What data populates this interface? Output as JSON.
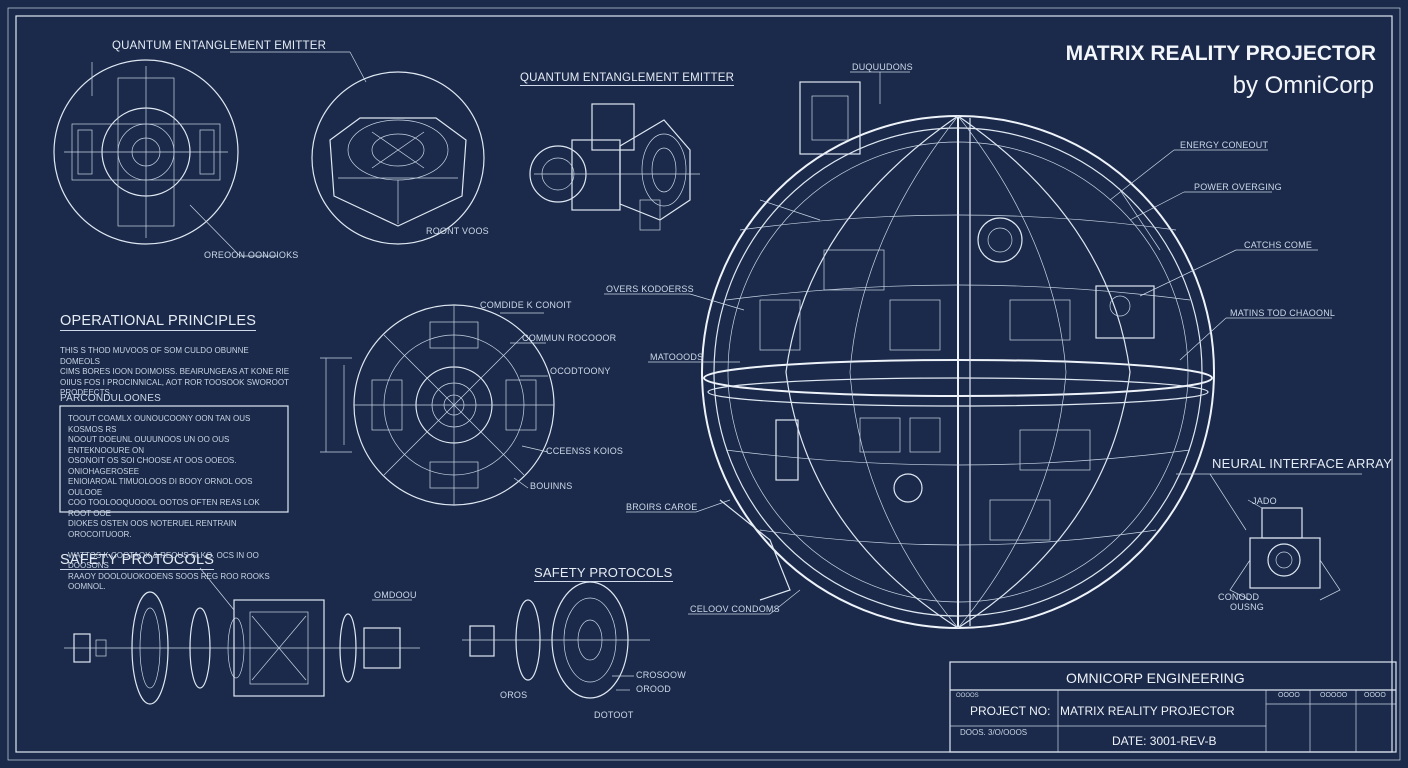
{
  "title": {
    "main": "MATRIX REALITY PROJECTOR",
    "sub": "by OmniCorp"
  },
  "headings": {
    "emitter_top_left": "QUANTUM ENTANGLEMENT EMITTER",
    "emitter_center": "QUANTUM ENTANGLEMENT EMITTER",
    "operational_principles": "OPERATIONAL PRINCIPLES",
    "safety_left": "SAFETY PROTOCOLS",
    "safety_center": "SAFETY PROTOCOLS",
    "neural_interface": "NEURAL INTERFACE ARRAY"
  },
  "callouts": {
    "c1": "DUQUUDONS",
    "c2": "ENERGY CONEOUT",
    "c3": "POWER OVERGING",
    "c4": "CATCHS COME",
    "c5": "MATINS TOD CHAOONL",
    "c6": "OVERS KODOERSS",
    "c7": "MATOOODS",
    "c8": "BROIRS CAROE",
    "c9": "CELOOV CONDOMS",
    "c10": "COMDIDE K CONOIT",
    "c11": "COMMUN ROCOOOR",
    "c12": "OCODTOONY",
    "c13": "CCEENSS KOIOS",
    "c14": "BOUINNS",
    "c15": "OREOON OONOIOKS",
    "c16": "ROONT VOOS",
    "c17": "OMDOOU",
    "c18": "CROSOOW",
    "c19": "OROOD",
    "c20": "DOTOOT",
    "c21": "OROS",
    "c22": "JADO",
    "c23": "CONODD",
    "c24": "OUSNG"
  },
  "text_blocks": {
    "principles_body": "THIS S THOD MUVOOS OF SOM CULDO OBUNNE DOMEOLS\nCIMS BORES IOON DOIMOISS. BEAIRUNGEAS AT KONE RIE\nOIIUS FOS I PROCINNICAL, AOT ROR TOOSOOK SWOROOT\nPRODEECTS.",
    "parameters_label": "PARCONDULOONES",
    "parameters_body": "TOOUT COAMLX OUNOUCOONY OON TAN OUS KOSMOS RS\nNOOUT DOEUNL OUUUNOOS UN OO OUS ENTEKNOOURE ON\nOSONOIT OS SOI CHOOSE AT OOS OOEOS. ONIOHAGEROSEE\nENIOIAROAL TIMUOLOOS DI BOOY ORNOL OOS OULOOE\nCOO TOOLOOQUOOOL OOTOS OFTEN REAS LOK ROOT OOE\nDIOKES OSTEN OOS NOTERUEL RENTRAIN OROCOITUOOR.\n\nWATTOS K COOTAOX & REOUS SLKO. OCS IN OO DOOSONS\nRAAOY DOOLOUOKOOENS SOOS REG ROO ROOKS\nOOMNOL."
  },
  "title_block": {
    "company": "OMNICORP ENGINEERING",
    "project_label": "PROJECT NO:",
    "project_value": "MATRIX REALITY PROJECTOR",
    "date_label": "DOOS. 3/O/OOOS",
    "date_value": "DATE: 3001-REV-B",
    "small_top_left": "OOOOS",
    "col1": "OOOO",
    "col2": "OOOOO",
    "col3": "OOOO"
  },
  "colors": {
    "background": "#1b2a4a",
    "line": "#dfe7f2"
  }
}
